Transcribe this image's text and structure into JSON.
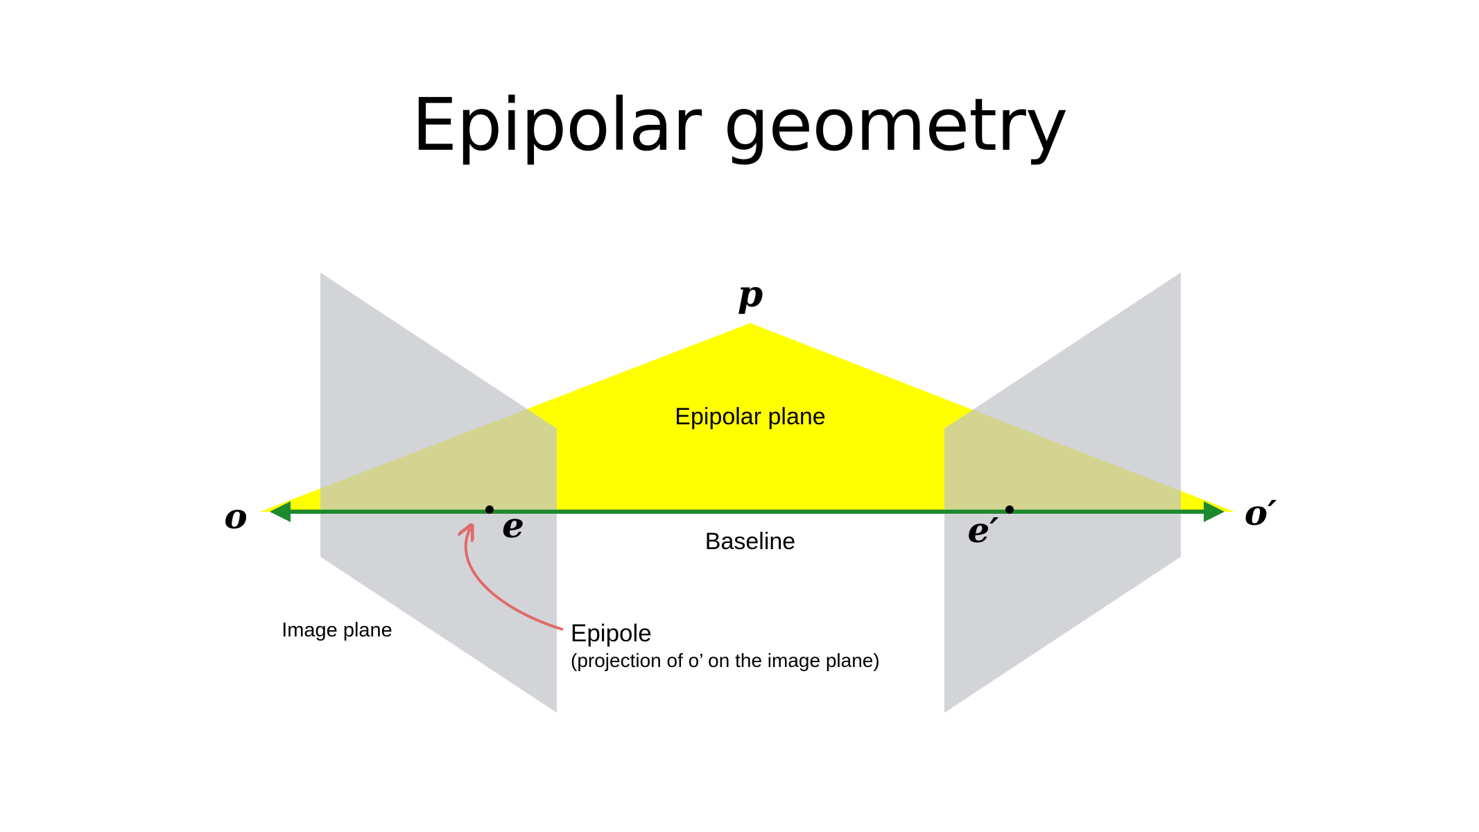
{
  "title": "Epipolar geometry",
  "labels": {
    "point_p": "p",
    "center_left": "o",
    "center_right": "o′",
    "epipole_left": "e",
    "epipole_right": "e′",
    "epipolar_plane": "Epipolar plane",
    "baseline": "Baseline",
    "image_plane": "Image plane",
    "epipole": "Epipole",
    "epipole_note": "(projection of o’ on the image plane)"
  },
  "colors": {
    "epipolar_plane": "#ffff00",
    "image_plane": "#c8c9cc",
    "baseline": "#1e8a2e",
    "epipole_arrow": "#e06a6a",
    "text": "#000000"
  }
}
